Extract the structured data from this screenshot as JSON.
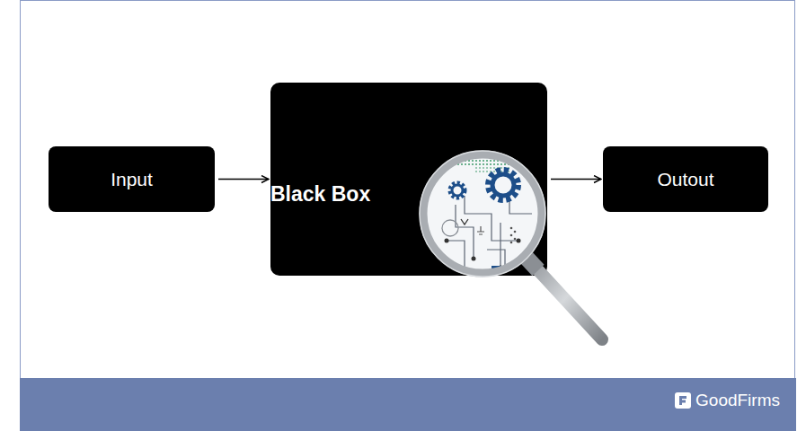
{
  "diagram": {
    "nodes": [
      {
        "text": [
          "Input"
        ]
      },
      {
        "text": [
          "Black Box"
        ]
      },
      {
        "text": [
          "Outout"
        ]
      }
    ],
    "edges": [
      {
        "from": 0,
        "to": 1,
        "arrow": "to"
      },
      {
        "from": 1,
        "to": 2,
        "arrow": "to"
      }
    ],
    "labels": [
      "GoodFirms"
    ]
  }
}
